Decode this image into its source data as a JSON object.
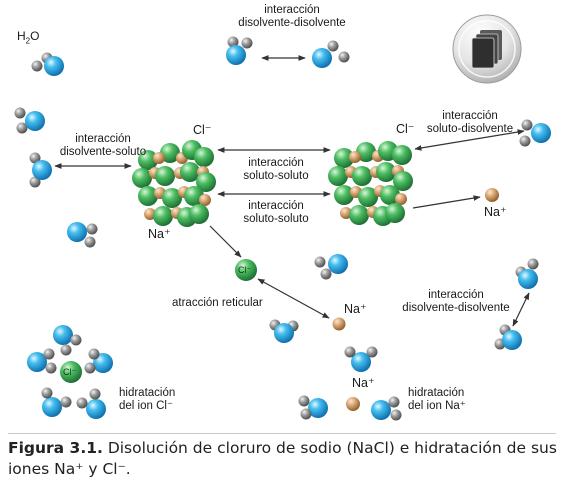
{
  "labels": {
    "water": "H",
    "water_sub": "2",
    "water_o": "O",
    "solvent_solvent_top_1": "interacción",
    "solvent_solvent_top_2": "disolvente-disolvente",
    "solvent_solute_left_1": "interacción",
    "solvent_solute_left_2": "disolvente-soluto",
    "solute_solute_1a": "interacción",
    "solute_solute_1b": "soluto-soluto",
    "solute_solute_2a": "interacción",
    "solute_solute_2b": "soluto-soluto",
    "solute_solvent_right_1": "interacción",
    "solute_solvent_right_2": "soluto-disolvente",
    "lattice_attraction": "atracción reticular",
    "solvent_solvent_right_1": "interacción",
    "solvent_solvent_right_2": "disolvente-disolvente",
    "hydration_cl_1": "hidratación",
    "hydration_cl_2": "del ion Cl⁻",
    "hydration_na_1": "hidratación",
    "hydration_na_2": "del ion Na⁺",
    "ion_cl_left": "Cl⁻",
    "ion_cl_right": "Cl⁻",
    "ion_na_left": "Na⁺",
    "ion_na_right": "Na⁺",
    "ion_na_middle": "Na⁺",
    "ion_na_bottom": "Na⁺",
    "ion_cl_green": "Cl⁻",
    "ion_cl_hydrated": "Cl⁻"
  },
  "caption": {
    "figure": "Figura 3.1.",
    "text": " Disolución de cloruro de sodio (NaCl) e hidratación de sus iones Na⁺ y Cl⁻."
  },
  "colors": {
    "oxygen": "#2aa7e3",
    "hydrogen": "#8d8d8d",
    "chloride": "#3fae5a",
    "sodium": "#d4a170",
    "arrow": "#333333"
  },
  "icon": "document-stack-icon"
}
